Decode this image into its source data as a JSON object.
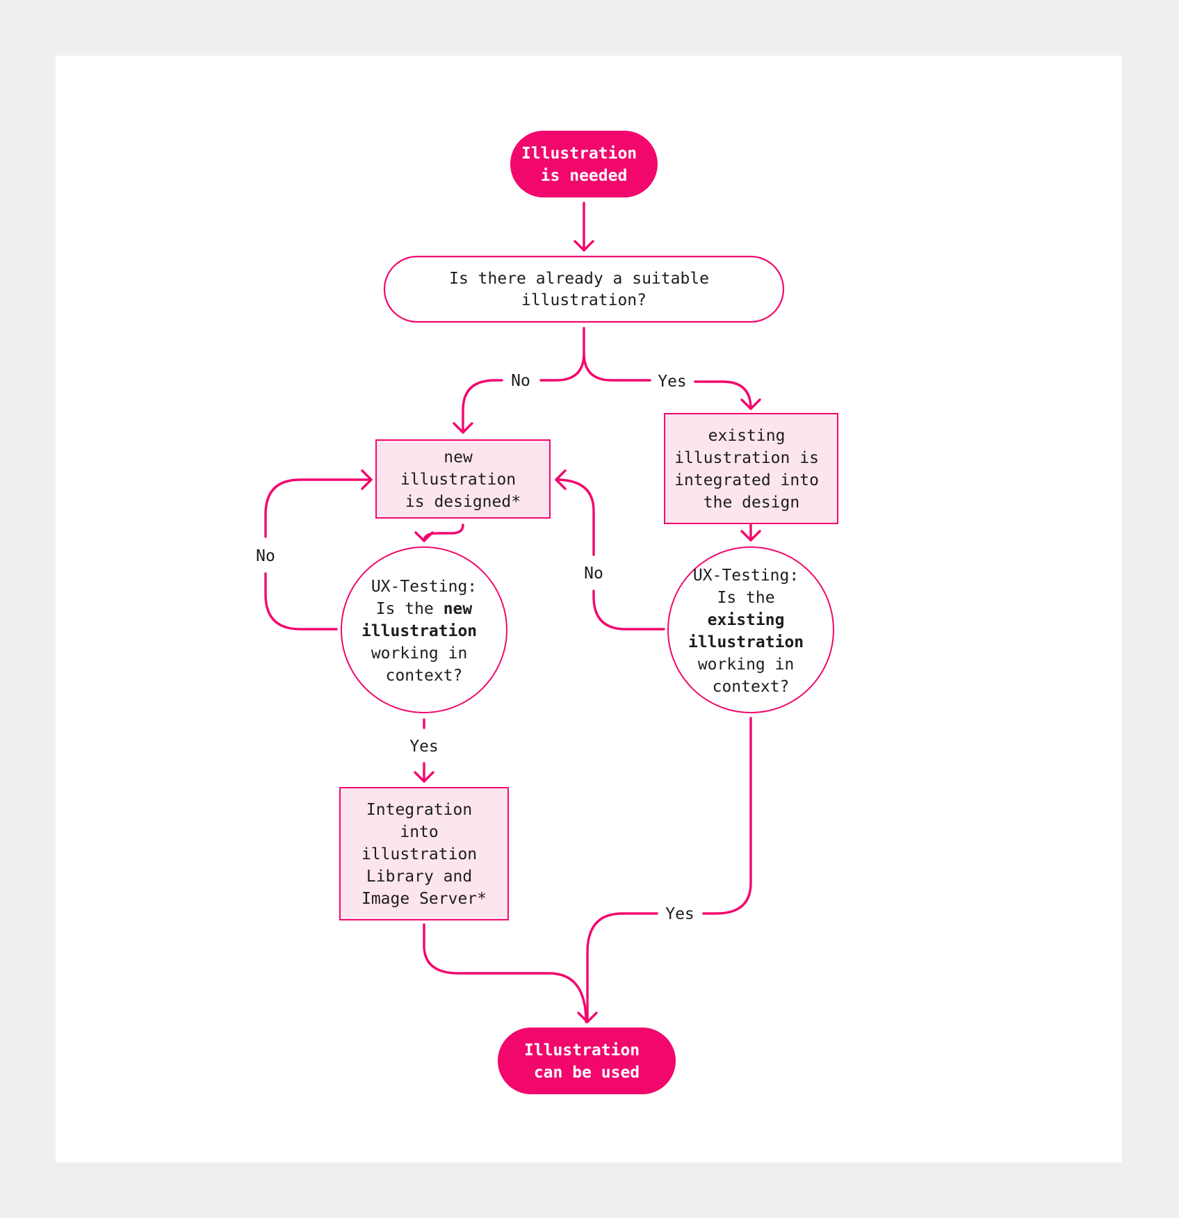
{
  "colors": {
    "accent": "#f2076d",
    "box_fill": "#fde5ef",
    "background": "#efefef",
    "panel": "#ffffff",
    "text": "#1d1d1d"
  },
  "nodes": {
    "start": {
      "lines": [
        "Illustration",
        "is needed"
      ]
    },
    "question": {
      "lines": [
        "Is there already a suitable",
        "illustration?"
      ]
    },
    "new_designed": {
      "lines": [
        "new",
        "illustration",
        "is designed*"
      ]
    },
    "existing_integrated": {
      "lines": [
        "existing",
        "illustration is",
        "integrated into",
        "the design"
      ]
    },
    "ux_new": {
      "line1": "UX-Testing:",
      "line2_pre": "Is the ",
      "line2_bold": "new",
      "line3_bold": "illustration",
      "line4": "working in",
      "line5": "context?"
    },
    "ux_existing": {
      "line1": "UX-Testing:",
      "line2": "Is the",
      "line3_bold": "existing",
      "line4_bold": "illustration",
      "line5": "working in",
      "line6": "context?"
    },
    "integration": {
      "lines": [
        "Integration",
        "into",
        "illustration",
        "Library and",
        "Image Server*"
      ]
    },
    "end": {
      "lines": [
        "Illustration",
        "can be used"
      ]
    }
  },
  "edges": {
    "question_no": "No",
    "question_yes": "Yes",
    "ux_new_no": "No",
    "ux_existing_no": "No",
    "ux_new_yes": "Yes",
    "ux_existing_yes": "Yes"
  }
}
